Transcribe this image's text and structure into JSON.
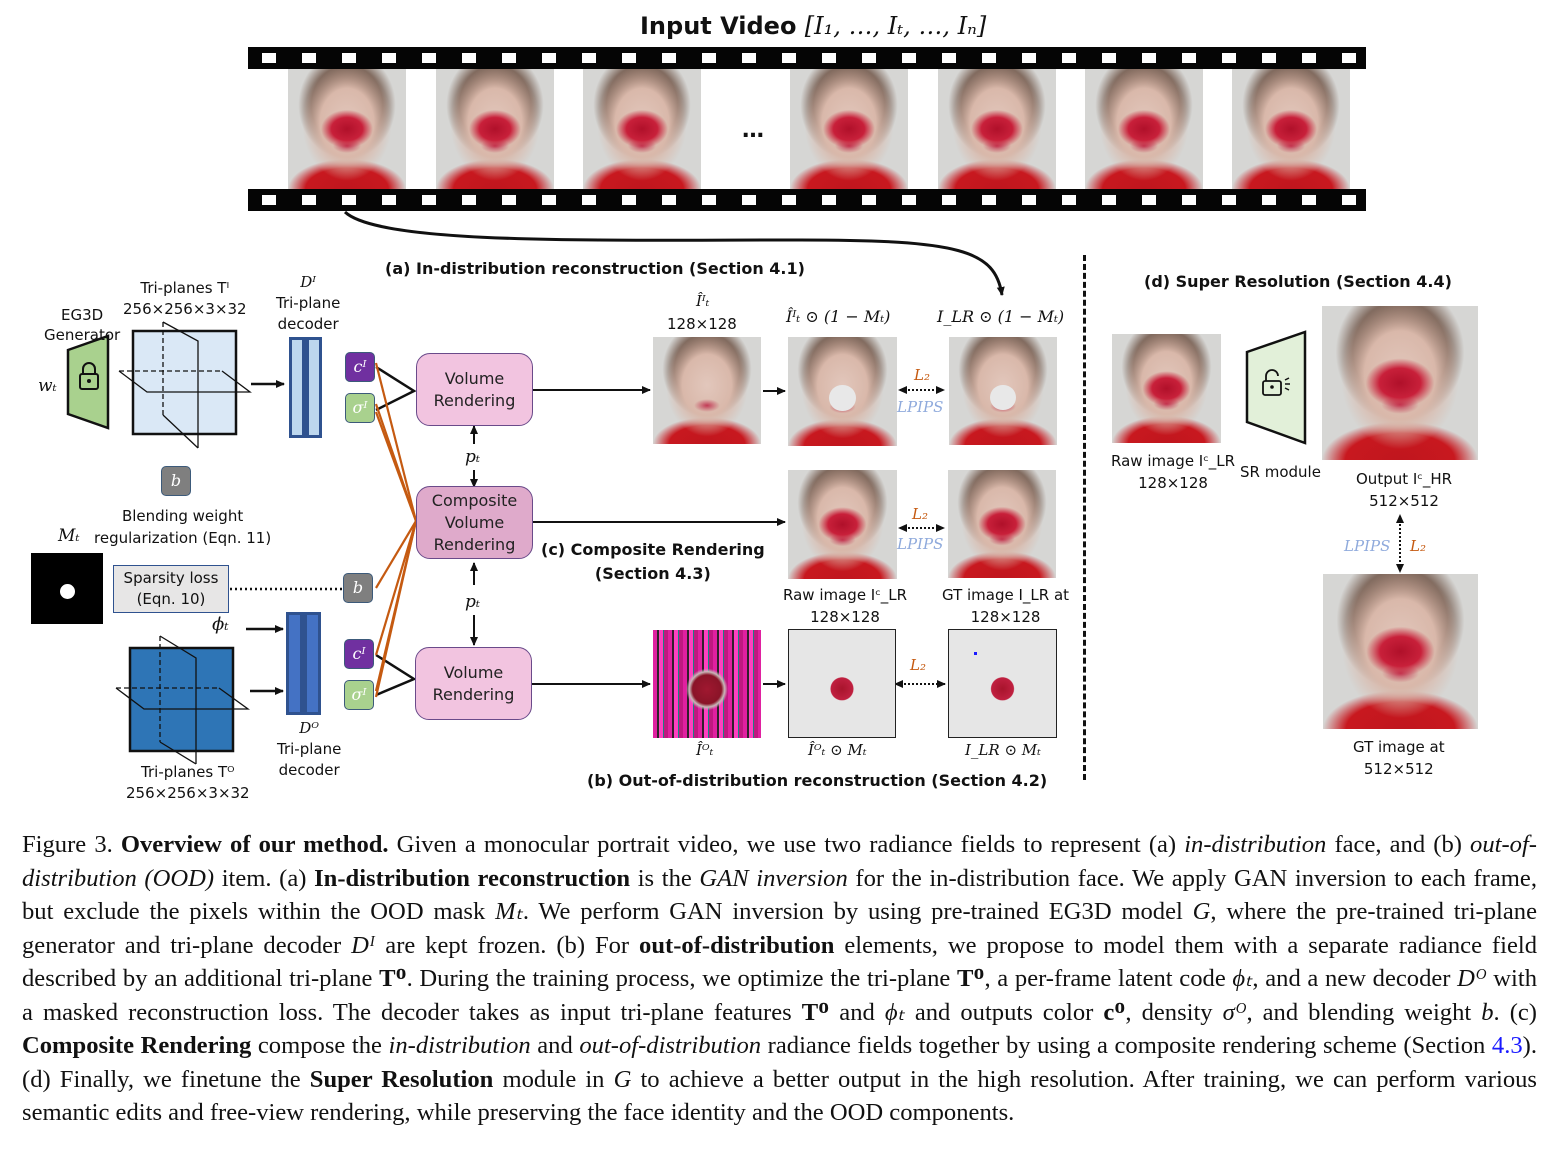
{
  "figure": {
    "input_video_title": "Input Video [I₁, …, Iₜ, …, Iₙ]",
    "input_video_label": "Input Video",
    "input_video_math": "[I₁, …, Iₜ, …, Iₙ]",
    "ellipsis": "…",
    "section_a_title": "(a) In-distribution reconstruction (Section 4.1)",
    "section_b_title": "(b) Out-of-distribution reconstruction (Section 4.2)",
    "section_c_title_line1": "(c) Composite Rendering",
    "section_c_title_line2": "(Section 4.3)",
    "section_d_title": "(d) Super Resolution (Section 4.4)",
    "generator": {
      "line1": "EG3D",
      "line2": "Generator",
      "input": "wₜ",
      "icon": "lock-icon"
    },
    "triplanes_in": {
      "line1": "Tri-planes Tᴵ",
      "line2": "256×256×3×32"
    },
    "decoder_in": {
      "symbol": "Dᴵ",
      "line1": "Tri-plane",
      "line2": "decoder"
    },
    "triplanes_out": {
      "line1": "Tri-planes Tᴼ",
      "line2": "256×256×3×32"
    },
    "decoder_out": {
      "symbol": "Dᴼ",
      "line1": "Tri-plane",
      "line2": "decoder",
      "latent": "ϕₜ"
    },
    "chips": {
      "color": "cᴵ",
      "density": "σᴵ",
      "blend": "b"
    },
    "blend_reg": {
      "line1": "Blending weight",
      "line2": "regularization (Eqn. 11)"
    },
    "mask_label": "Mₜ",
    "sparsity": {
      "line1": "Sparsity loss",
      "line2": "(Eqn. 10)"
    },
    "volume_rendering": "Volume Rendering",
    "composite_volume_rendering": "Composite Volume Rendering",
    "pose": "pₜ",
    "img_in_label": "Îᴵₜ",
    "img_in_size": "128×128",
    "img_in_masked": "Îᴵₜ ⊙ (1 − Mₜ)",
    "img_gt_masked": "I_LR ⊙ (1 − Mₜ)",
    "loss_l2": "L₂",
    "loss_lpips": "LPIPS",
    "raw_image": {
      "line1": "Raw image Iᶜ_LR",
      "line2": "128×128"
    },
    "gt_image_lr": {
      "line1": "GT image I_LR at",
      "line2": "128×128"
    },
    "img_out_label": "Îᴼₜ",
    "img_out_masked": "Îᴼₜ ⊙ Mₜ",
    "img_gt_mask": "I_LR ⊙ Mₜ",
    "sr_raw": {
      "line1": "Raw image Iᶜ_LR",
      "line2": "128×128"
    },
    "sr_module": "SR module",
    "sr_output": {
      "line1": "Output Iᶜ_HR",
      "line2": "512×512"
    },
    "sr_gt": {
      "line1": "GT image at",
      "line2": "512×512"
    }
  },
  "colors": {
    "orange_line": "#c55a11",
    "l2_text": "#c55a11",
    "lpips_text": "#8faadc",
    "chip_color": "#7030a0",
    "chip_density": "#a9d18e",
    "chip_blend": "#7f7f7f",
    "volume_rendering": "#f2c4e0",
    "composite_rendering": "#dfaacb",
    "triplane_in": "#dae8f6",
    "triplane_out": "#2e75b6",
    "generator": "#a9d18e",
    "sr_module": "#e2f0d9"
  },
  "caption": {
    "fig_label": "Figure 3.",
    "title": "Overview of our method.",
    "s1": " Given a monocular portrait video, we use two radiance fields to represent (a) ",
    "s1_i": "in-distribution",
    "s2": " face, and (b) ",
    "s2_i": "out-of-distribution (OOD)",
    "s3": " item. (a) ",
    "s3_b": "In-distribution reconstruction",
    "s4": " is the ",
    "s4_i": "GAN inversion",
    "s5": " for the in-distribution face. We apply GAN inversion to each frame, but exclude the pixels within the OOD mask ",
    "s5_m": "Mₜ",
    "s6": ". We perform GAN inversion by using pre-trained EG3D model ",
    "s6_m": "G",
    "s7": ", where the pre-trained tri-plane generator and tri-plane decoder ",
    "s7_m": "Dᴵ",
    "s8": " are kept frozen. (b) For ",
    "s8_b": "out-of-distribution",
    "s9": " elements, we propose to model them with a separate radiance field described by an additional tri-plane ",
    "s9_m": "Tᴼ",
    "s10": ". During the training process, we optimize the tri-plane ",
    "s10_m": "Tᴼ",
    "s11": ", a per-frame latent code ",
    "s11_m": "ϕₜ",
    "s12": ", and a new decoder ",
    "s12_m": "Dᴼ",
    "s13": " with a masked reconstruction loss. The decoder takes as input tri-plane features ",
    "s13_m": "Tᴼ",
    "s14": " and ",
    "s14_m": "ϕₜ",
    "s15": " and outputs color ",
    "s15_m": "cᴼ",
    "s16": ", density ",
    "s16_m": "σᴼ",
    "s17": ", and blending weight ",
    "s17_m": "b",
    "s18": ". (c) ",
    "s18_b": "Composite Rendering",
    "s19": " compose the ",
    "s19_i": "in-distribution",
    "s20": " and ",
    "s20_i": "out-of-distribution",
    "s21": " radiance fields together by using a composite rendering scheme (Section ",
    "s21_ref": "4.3",
    "s22": "). (d) Finally, we finetune the ",
    "s22_b": "Super Resolution",
    "s23": " module in ",
    "s23_m": "G",
    "s24": " to achieve a better output in the high resolution. After training, we can perform various semantic edits and free-view rendering, while preserving the face identity and the OOD components."
  }
}
